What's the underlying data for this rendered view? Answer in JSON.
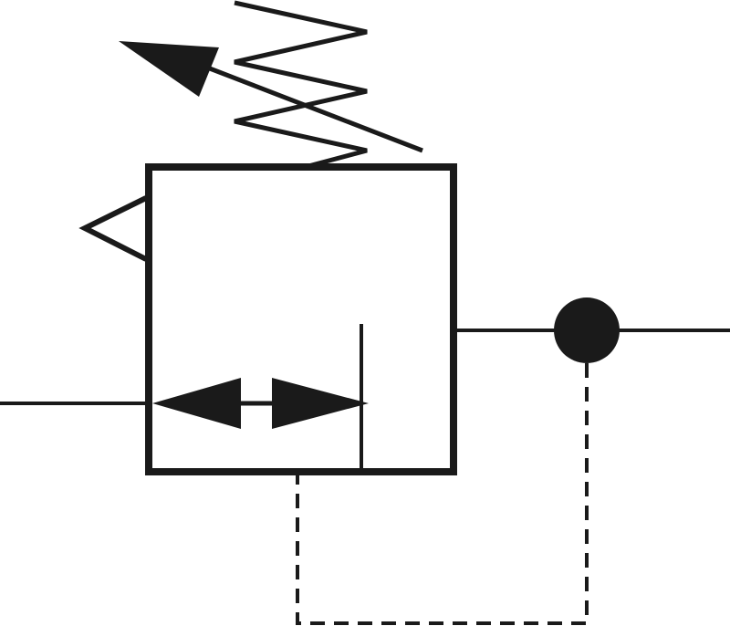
{
  "symbol": {
    "stroke_color": "#1a1a1a",
    "fill_color": "#1a1a1a",
    "background": "#ffffff",
    "components": {
      "spring": "adjustable-spring",
      "adjust_arrow": "adjustment-arrow",
      "body": "valve-body",
      "flow": "bidirectional-flow-arrow",
      "junction": "junction-dot",
      "pilot": "pilot-line-dashed",
      "exhaust": "relief-exhaust-triangle"
    }
  }
}
